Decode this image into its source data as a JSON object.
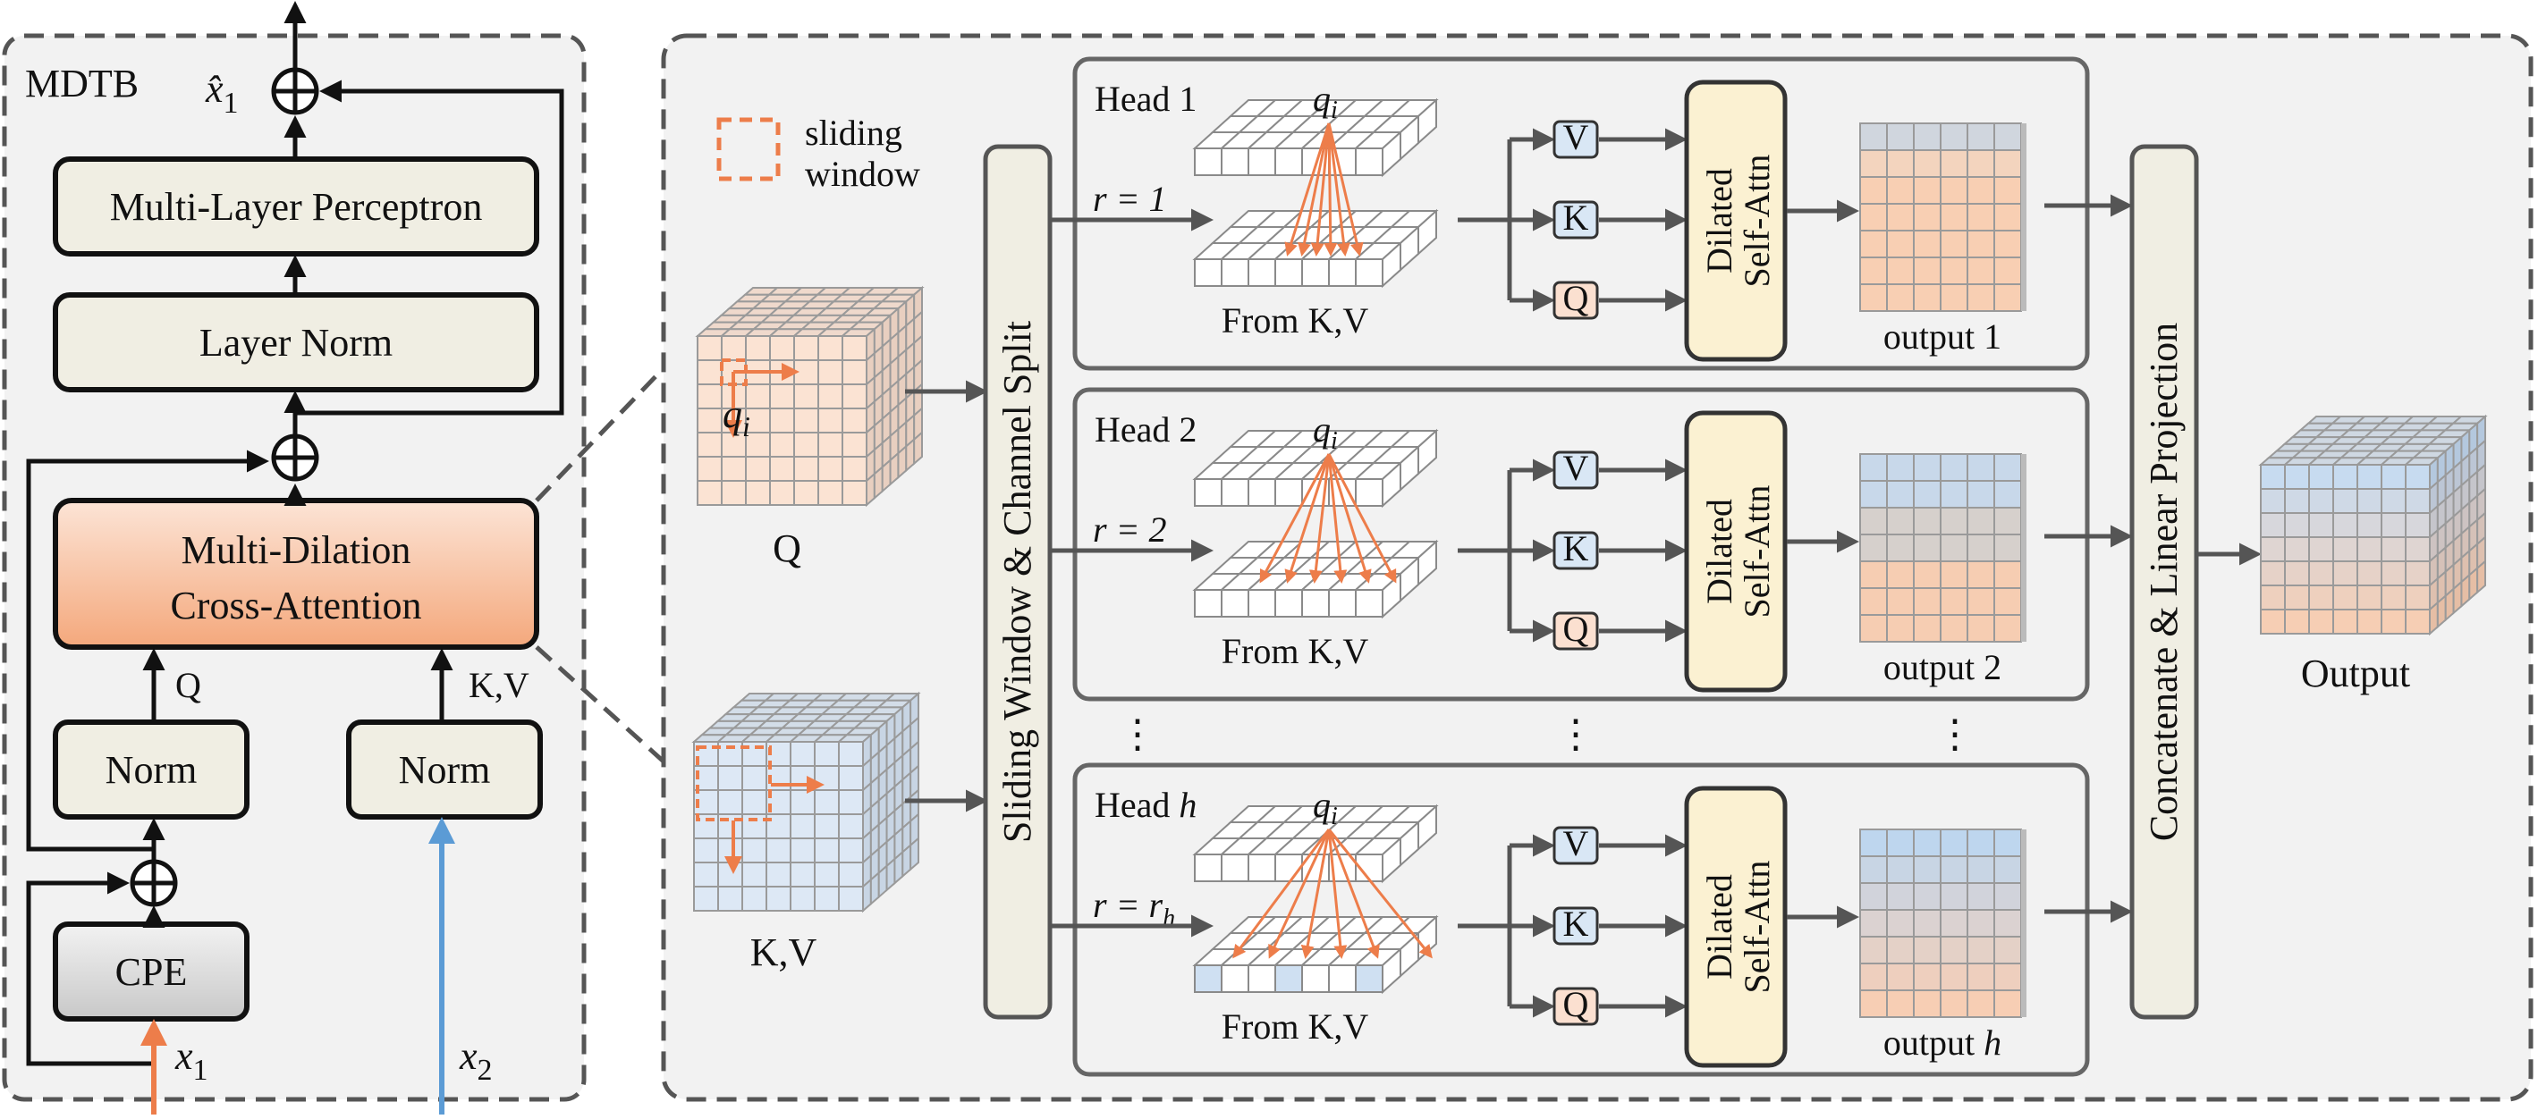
{
  "mdtb": {
    "title": "MDTB",
    "output_label": "x̂",
    "output_sub": "1",
    "mlp": "Multi-Layer Perceptron",
    "layer_norm": "Layer Norm",
    "mdca_line1": "Multi-Dilation",
    "mdca_line2": "Cross-Attention",
    "q_label": "Q",
    "kv_label": "K,V",
    "norm_left": "Norm",
    "norm_right": "Norm",
    "cpe": "CPE",
    "x1": "x",
    "x1_sub": "1",
    "x2": "x",
    "x2_sub": "2"
  },
  "detail": {
    "legend": {
      "line1": "sliding",
      "line2": "window"
    },
    "q_cube_label": "Q",
    "kv_cube_label": "K,V",
    "qi": "q",
    "qi_sub": "i",
    "split_bar": "Sliding Window & Channel Split",
    "concat_bar": "Concatenate & Linear Projection",
    "output_label": "Output",
    "from_kv": "From K,V",
    "self_attn_line1": "Dilated",
    "self_attn_line2": "Self-Attn",
    "vkq": [
      "V",
      "K",
      "Q"
    ],
    "heads": [
      {
        "name": "Head 1",
        "r": "r = 1",
        "output": "output 1"
      },
      {
        "name": "Head 2",
        "r": "r = 2",
        "output": "output 2"
      },
      {
        "name": "Head h",
        "r": "r = r",
        "r_sub": "h",
        "output": "output h"
      }
    ],
    "ellipsis": "⋮"
  },
  "colors": {
    "orange": "#ED7D4A",
    "blue": "#5B9BD5",
    "box_fill": "#F0EEE3",
    "attn_fill": "#FBF1D2",
    "panel_bg": "#F2F2F2",
    "v_fill": "#D9E7F5",
    "q_fill": "#FBE0D0"
  }
}
